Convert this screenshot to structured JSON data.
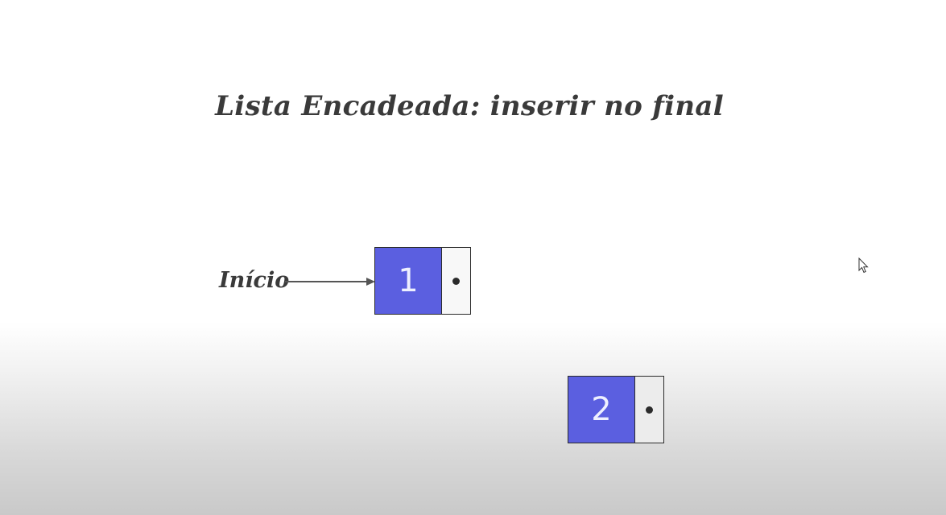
{
  "title": "Lista Encadeada: inserir no final",
  "head_label": "Início",
  "nodes": [
    {
      "value": "1"
    },
    {
      "value": "2"
    }
  ],
  "colors": {
    "node_fill": "#5b5fe0",
    "text": "#3a3a3a",
    "border": "#2b2b2b"
  },
  "icons": {
    "cursor": "mouse-pointer-icon",
    "pointer": "null-pointer-dot"
  }
}
